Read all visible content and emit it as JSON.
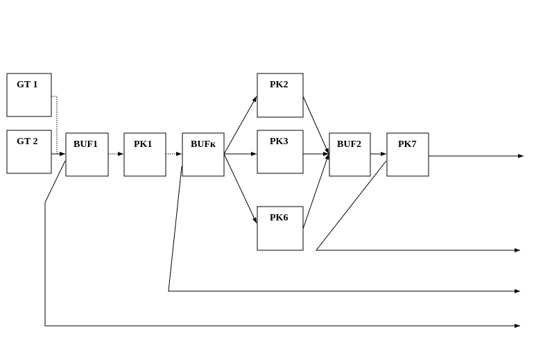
{
  "nodes": {
    "gt1": "GT 1",
    "gt2": "GT 2",
    "buf1": "BUF1",
    "pk1": "PK1",
    "bufk": "BUFк",
    "pk2": "PK2",
    "pk3": "PK3",
    "pk6": "PK6",
    "buf2": "BUF2",
    "pk7": "PK7"
  },
  "edges": [
    {
      "from": "GT 1",
      "to": "BUF1"
    },
    {
      "from": "GT 2",
      "to": "BUF1"
    },
    {
      "from": "BUF1",
      "to": "PK1"
    },
    {
      "from": "PK1",
      "to": "BUFк"
    },
    {
      "from": "BUFк",
      "to": "PK2"
    },
    {
      "from": "BUFк",
      "to": "PK3"
    },
    {
      "from": "BUFк",
      "to": "PK6"
    },
    {
      "from": "PK2",
      "to": "BUF2"
    },
    {
      "from": "PK3",
      "to": "BUF2"
    },
    {
      "from": "PK6",
      "to": "BUF2"
    },
    {
      "from": "BUF2",
      "to": "PK7"
    },
    {
      "from": "PK7",
      "to": "output"
    },
    {
      "from": "PK7",
      "to": "output"
    },
    {
      "from": "BUFк",
      "to": "output"
    },
    {
      "from": "BUF1",
      "to": "output"
    }
  ]
}
